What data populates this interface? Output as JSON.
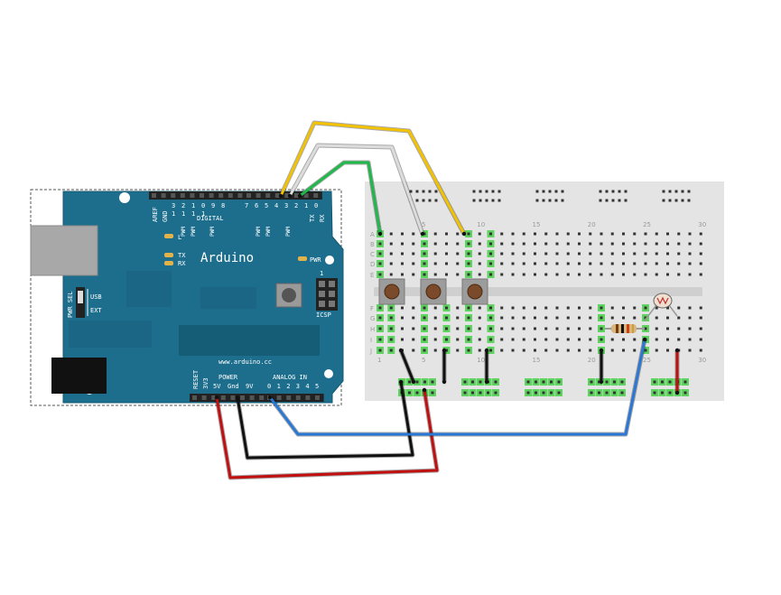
{
  "board": {
    "name": "Arduino",
    "url": "www.arduino.cc",
    "digital_label": "DIGITAL",
    "digital_pins_tens": [
      "1",
      "1",
      "1",
      "1"
    ],
    "digital_pins_units": [
      "3",
      "2",
      "1",
      "0",
      "9",
      "8",
      "7",
      "6",
      "5",
      "4",
      "3",
      "2",
      "1",
      "0"
    ],
    "pwm_label": "PWM",
    "aref_label": "AREF",
    "gnd_label": "GND",
    "tx_label": "TX",
    "rx_label": "RX",
    "led_l": "L",
    "led_tx": "TX",
    "led_rx": "RX",
    "pwr_led": "PWR",
    "icsp_label": "ICSP",
    "icsp_pin": "1",
    "pwr_sel": "PWR SEL",
    "usb": "USB",
    "ext": "EXT",
    "power_label": "POWER",
    "analog_label": "ANALOG IN",
    "reset_label": "RESET",
    "v33_label": "3V3",
    "power_pins": [
      "5V",
      "Gnd",
      "9V"
    ],
    "analog_pins": [
      "0",
      "1",
      "2",
      "3",
      "4",
      "5"
    ],
    "colors": {
      "board": "#1c6e8c",
      "header": "#222222",
      "silk": "#ffffff"
    }
  },
  "breadboard": {
    "rows_top": [
      "A",
      "B",
      "C",
      "D",
      "E"
    ],
    "rows_bottom": [
      "F",
      "G",
      "H",
      "I",
      "J"
    ],
    "column_numbers": [
      "1",
      "5",
      "10",
      "15",
      "20",
      "25",
      "30"
    ],
    "colors": {
      "body": "#e4e4e4",
      "highlight": "#33cc33"
    }
  },
  "wires": {
    "colors": {
      "yellow": "#f2c200",
      "white": "#dcdcdc",
      "green": "#1fb84a",
      "red": "#c01010",
      "black": "#111111",
      "blue": "#2a78d6"
    }
  },
  "components": {
    "button_count": 3,
    "resistor": "resistor",
    "photocell": "photocell"
  }
}
